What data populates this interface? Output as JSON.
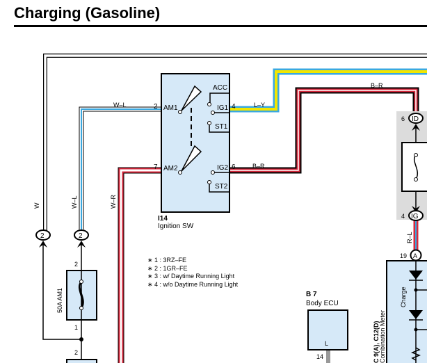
{
  "title": "Charging (Gasoline)",
  "colors": {
    "panel_fill": "#d6e9f8",
    "blue_wire": "#3aa8e0",
    "yellow_wire": "#f2e600",
    "red_wire": "#d8283c",
    "gray_block": "#dcdcdc"
  },
  "ignition_switch": {
    "code": "I14",
    "name": "Ignition SW",
    "terminals": {
      "am1": "AM1",
      "am2": "AM2",
      "acc": "ACC",
      "ig1": "IG1",
      "st1": "ST1",
      "ig2": "IG2",
      "st2": "ST2"
    },
    "pins": {
      "am1": "2",
      "am2": "7",
      "ig1": "4",
      "ig2": "6"
    }
  },
  "wires": {
    "w": "W",
    "wl_top": "W–L",
    "wl_side": "W–L",
    "wr": "W–R",
    "ly": "L–Y",
    "br_ig2": "B–R",
    "br_top": "B–R",
    "rl": "R–L"
  },
  "connectors": {
    "left_w": "2",
    "left_wl": "2",
    "id_pin": "6",
    "id_label": "ID",
    "ig_pin": "4",
    "ig_label": "IG",
    "a_pin": "19",
    "a_label": "A"
  },
  "fuse": {
    "label": "50A AM1",
    "pin_top": "2",
    "pin_bottom": "1",
    "next_pin": "2"
  },
  "notes": [
    "∗ 1 : 3RZ–FE",
    "∗ 2 : 1GR–FE",
    "∗ 3 : w/ Daytime Running Light",
    "∗ 4 : w/o Daytime Running Light"
  ],
  "body_ecu": {
    "code": "B 7",
    "name": "Body ECU",
    "terminal": "L",
    "pin": "14"
  },
  "combination_meter": {
    "code": "C 9(A), C12(D)",
    "name": "Combination Meter",
    "indicator": "Charge"
  }
}
